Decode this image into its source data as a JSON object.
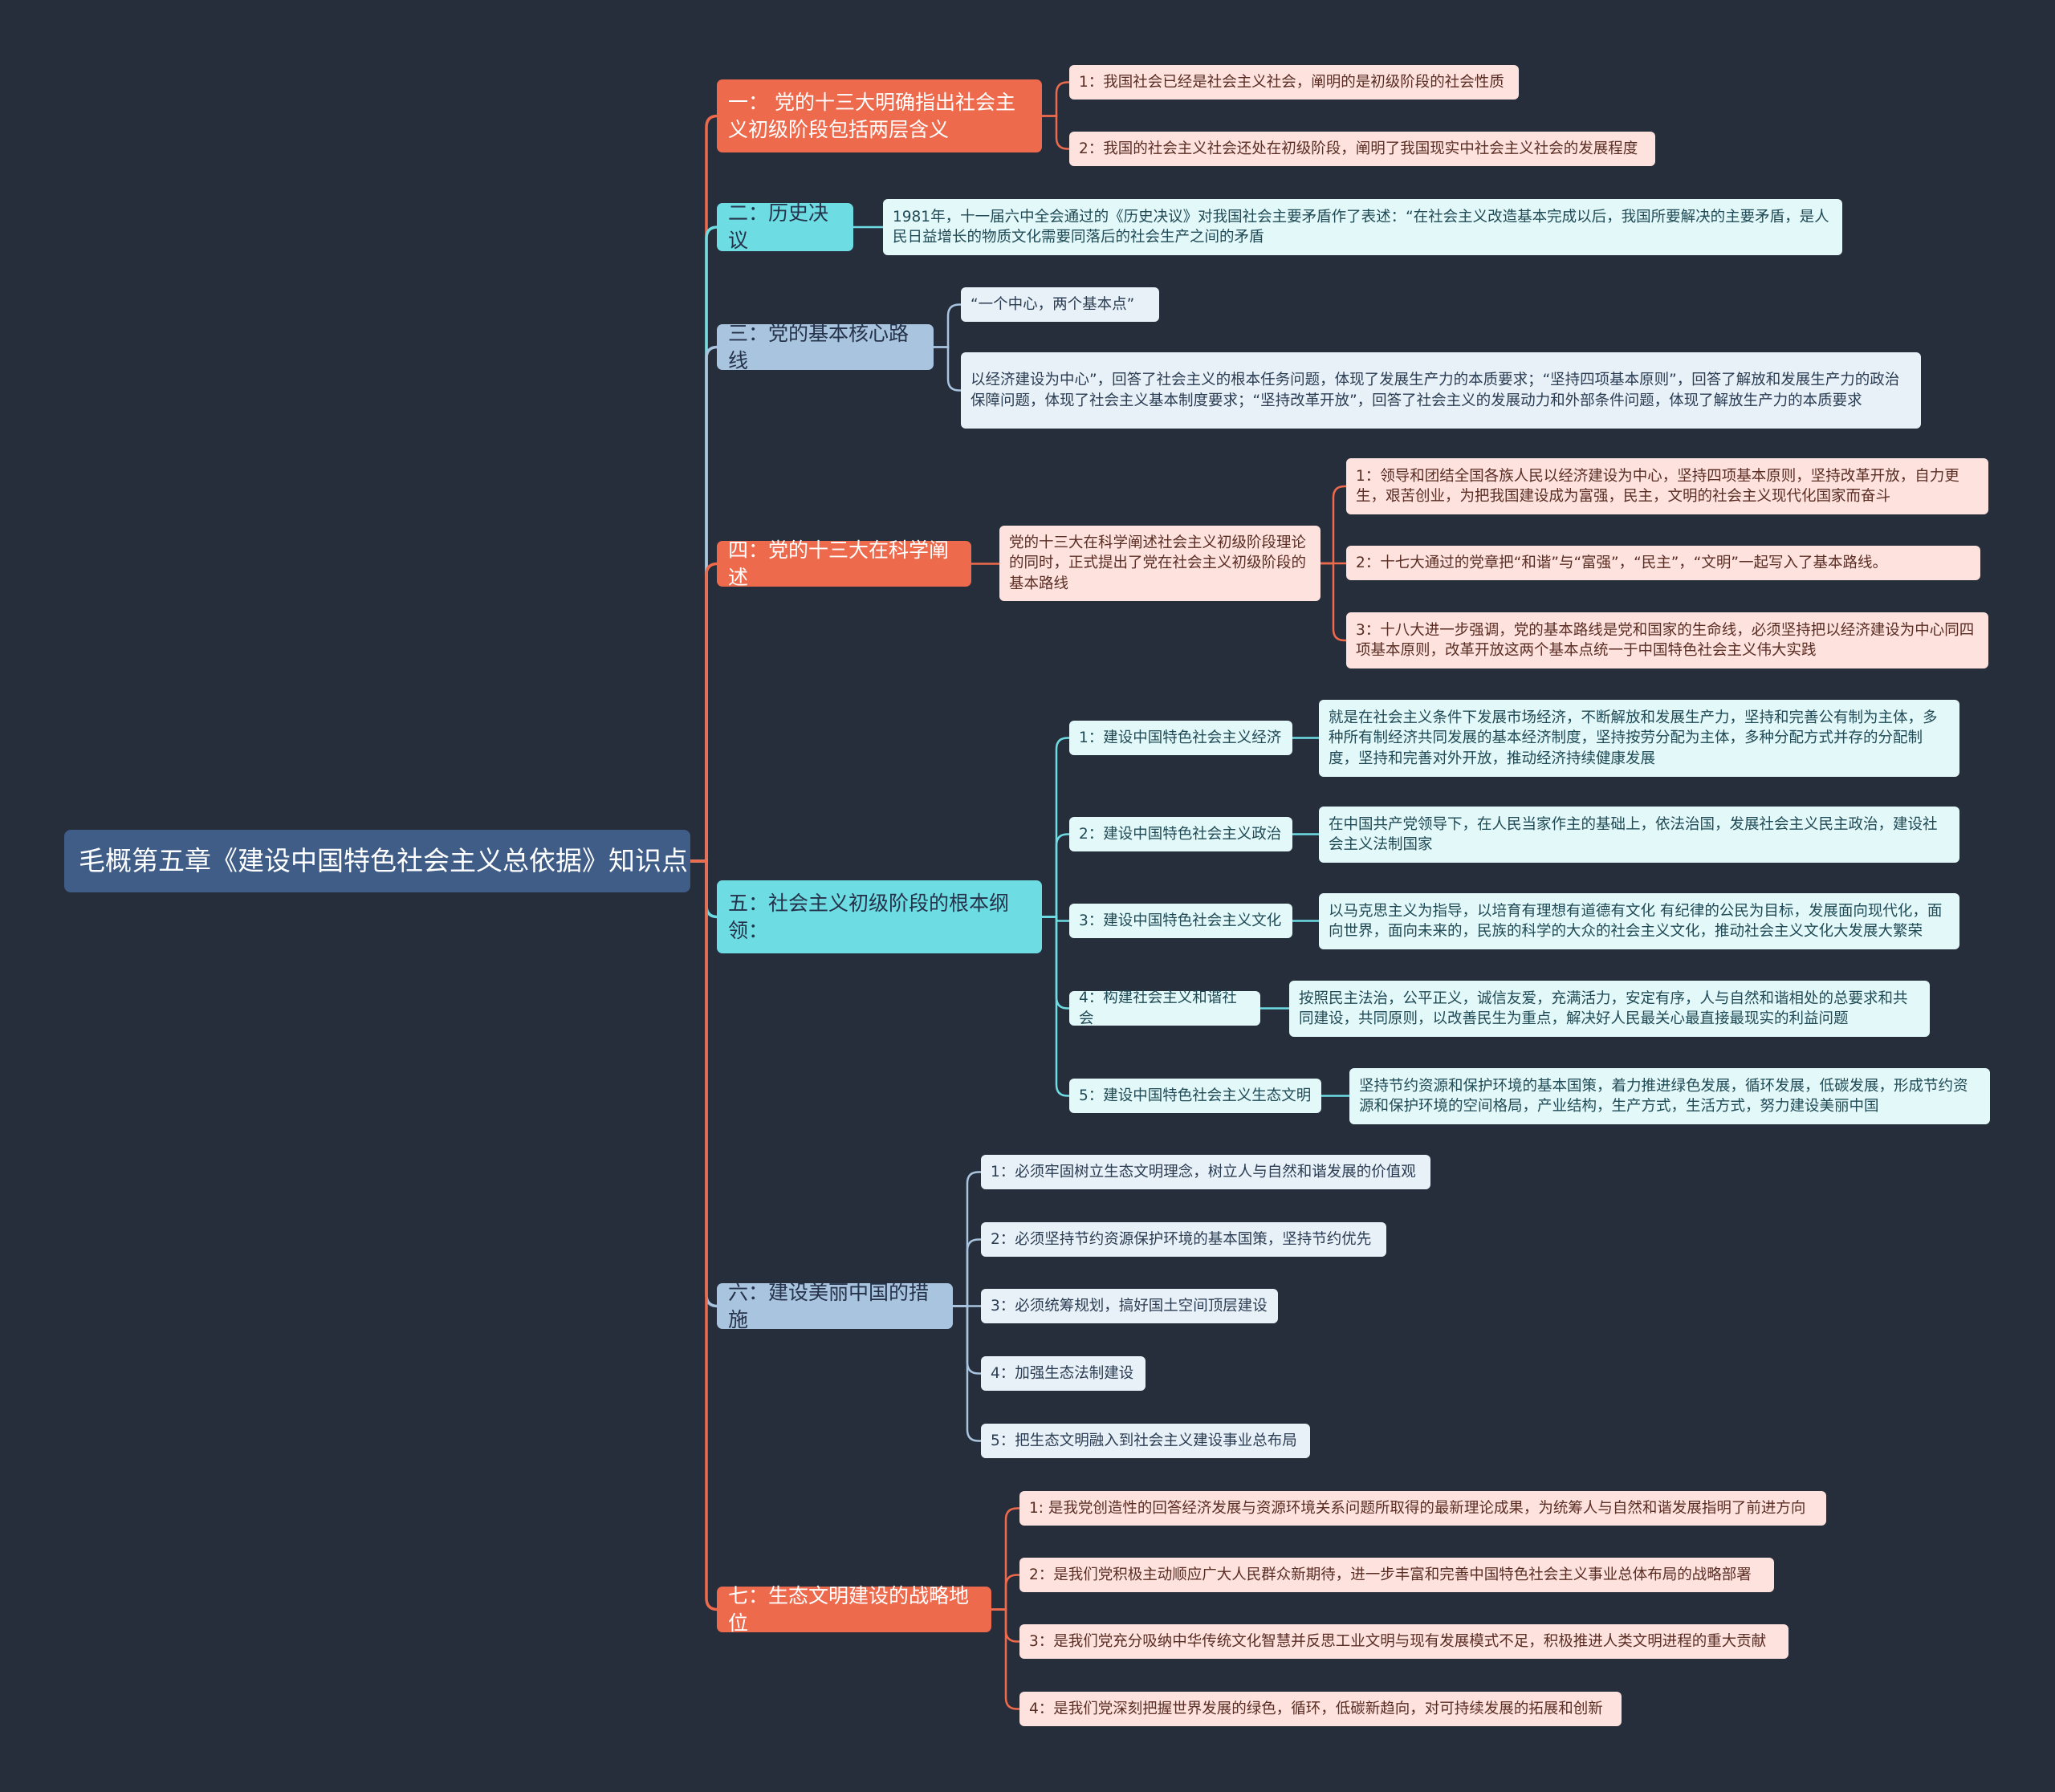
{
  "root": {
    "label": "毛概第五章《建设中国特色社会主义总依据》知识点"
  },
  "branches": [
    {
      "label": "一： 党的十三大明确指出社会主义初级阶段包括两层含义",
      "children": [
        "1：我国社会已经是社会主义社会，阐明的是初级阶段的社会性质",
        "2：我国的社会主义社会还处在初级阶段，阐明了我国现实中社会主义社会的发展程度"
      ]
    },
    {
      "label": "二：历史决议",
      "children": [
        "1981年，十一届六中全会通过的《历史决议》对我国社会主要矛盾作了表述：“在社会主义改造基本完成以后，我国所要解决的主要矛盾，是人民日益增长的物质文化需要同落后的社会生产之间的矛盾"
      ]
    },
    {
      "label": "三：党的基本核心路线",
      "children": [
        "“一个中心，两个基本点”",
        "以经济建设为中心”，回答了社会主义的根本任务问题，体现了发展生产力的本质要求；“坚持四项基本原则”，回答了解放和发展生产力的政治保障问题，体现了社会主义基本制度要求；“坚持改革开放”，回答了社会主义的发展动力和外部条件问题，体现了解放生产力的本质要求"
      ]
    },
    {
      "label": "四：党的十三大在科学阐述",
      "mid": "党的十三大在科学阐述社会主义初级阶段理论的同时，正式提出了党在社会主义初级阶段的基本路线",
      "children": [
        "1：领导和团结全国各族人民以经济建设为中心，坚持四项基本原则，坚持改革开放，自力更生，艰苦创业，为把我国建设成为富强，民主，文明的社会主义现代化国家而奋斗",
        "2：十七大通过的党章把“和谐”与“富强”，“民主”，“文明”一起写入了基本路线。",
        "3：十八大进一步强调，党的基本路线是党和国家的生命线，必须坚持把以经济建设为中心同四项基本原则，改革开放这两个基本点统一于中国特色社会主义伟大实践"
      ]
    },
    {
      "label": "五：社会主义初级阶段的根本纲领：",
      "children": [
        {
          "label": "1：建设中国特色社会主义经济",
          "detail": "就是在社会主义条件下发展市场经济，不断解放和发展生产力，坚持和完善公有制为主体，多种所有制经济共同发展的基本经济制度，坚持按劳分配为主体，多种分配方式并存的分配制度，坚持和完善对外开放，推动经济持续健康发展"
        },
        {
          "label": "2：建设中国特色社会主义政治",
          "detail": "在中国共产党领导下，在人民当家作主的基础上，依法治国，发展社会主义民主政治，建设社会主义法制国家"
        },
        {
          "label": "3：建设中国特色社会主义文化",
          "detail": "以马克思主义为指导，以培育有理想有道德有文化 有纪律的公民为目标，发展面向现代化，面向世界，面向未来的，民族的科学的大众的社会主义文化，推动社会主义文化大发展大繁荣"
        },
        {
          "label": "4：构建社会主义和谐社会",
          "detail": "按照民主法治，公平正义，诚信友爱，充满活力，安定有序，人与自然和谐相处的总要求和共同建设，共同原则，以改善民生为重点，解决好人民最关心最直接最现实的利益问题"
        },
        {
          "label": "5：建设中国特色社会主义生态文明",
          "detail": "坚持节约资源和保护环境的基本国策，着力推进绿色发展，循环发展，低碳发展，形成节约资源和保护环境的空间格局，产业结构，生产方式，生活方式，努力建设美丽中国"
        }
      ]
    },
    {
      "label": "六：建设美丽中国的措施",
      "children": [
        "1：必须牢固树立生态文明理念，树立人与自然和谐发展的价值观",
        "2：必须坚持节约资源保护环境的基本国策，坚持节约优先",
        "3：必须统筹规划，搞好国土空间顶层建设",
        "4：加强生态法制建设",
        "5：把生态文明融入到社会主义建设事业总布局"
      ]
    },
    {
      "label": "七：生态文明建设的战略地位",
      "children": [
        "1: 是我党创造性的回答经济发展与资源环境关系问题所取得的最新理论成果，为统筹人与自然和谐发展指明了前进方向",
        "2：是我们党积极主动顺应广大人民群众新期待，进一步丰富和完善中国特色社会主义事业总体布局的战略部署",
        "3：是我们党充分吸纳中华传统文化智慧并反思工业文明与现有发展模式不足，积极推进人类文明进程的重大贡献",
        "4：是我们党深刻把握世界发展的绿色，循环，低碳新趋向，对可持续发展的拓展和创新"
      ]
    }
  ],
  "colors": {
    "background": "#262d3b",
    "red": "#ee6a4d",
    "cyan": "#6ddde3",
    "blue": "#a9c4de",
    "root": "#3f5d86"
  }
}
